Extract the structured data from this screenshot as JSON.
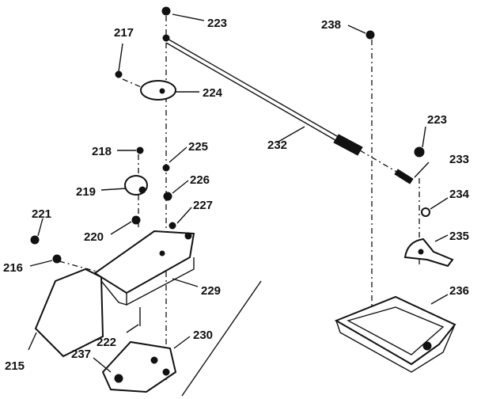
{
  "diagram": {
    "labels": {
      "l223a": "223",
      "l217": "217",
      "l224": "224",
      "l238": "238",
      "l232": "232",
      "l223b": "223",
      "l218": "218",
      "l225": "225",
      "l226": "226",
      "l219": "219",
      "l227": "227",
      "l221": "221",
      "l220": "220",
      "l233": "233",
      "l234": "234",
      "l235": "235",
      "l216": "216",
      "l229": "229",
      "l236": "236",
      "l222": "222",
      "l230": "230",
      "l215": "215",
      "l237": "237"
    }
  }
}
